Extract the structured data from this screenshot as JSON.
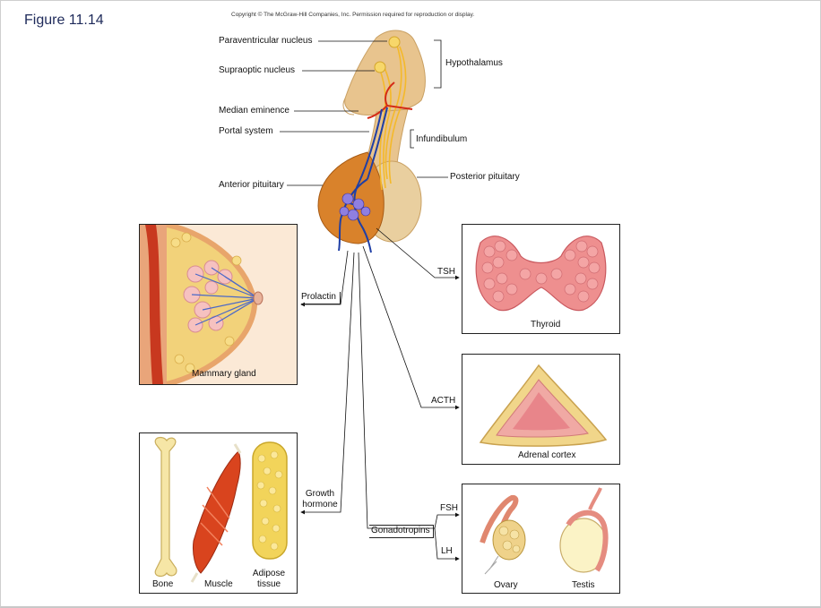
{
  "figure_title": "Figure 11.14",
  "copyright": "Copyright © The McGraw-Hill Companies, Inc. Permission required for reproduction or display.",
  "labels": {
    "paraventricular": "Paraventricular nucleus",
    "supraoptic": "Supraoptic nucleus",
    "hypothalamus": "Hypothalamus",
    "median_eminence": "Median eminence",
    "portal_system": "Portal system",
    "infundibulum": "Infundibulum",
    "posterior_pituitary": "Posterior pituitary",
    "anterior_pituitary": "Anterior pituitary"
  },
  "hormones": {
    "prolactin": "Prolactin",
    "tsh": "TSH",
    "acth": "ACTH",
    "growth_line1": "Growth",
    "growth_line2": "hormone",
    "gonadotropins": "Gonadotropins",
    "fsh": "FSH",
    "lh": "LH"
  },
  "targets": {
    "mammary": "Mammary gland",
    "thyroid": "Thyroid",
    "adrenal": "Adrenal cortex",
    "bone": "Bone",
    "muscle": "Muscle",
    "adipose_line1": "Adipose",
    "adipose_line2": "tissue",
    "ovary": "Ovary",
    "testis": "Testis"
  },
  "colors": {
    "hypothalamus_tan": "#e8c48e",
    "anterior_orange": "#d9822b",
    "posterior_tan": "#e9cf9f",
    "vessel_blue": "#1f3fa6",
    "artery_red": "#d42a16",
    "neuron_yellow": "#f4b92a",
    "thyroid_pink": "#ee8f8f",
    "muscle_red": "#d9441e",
    "fat_yellow": "#f2d45a"
  }
}
